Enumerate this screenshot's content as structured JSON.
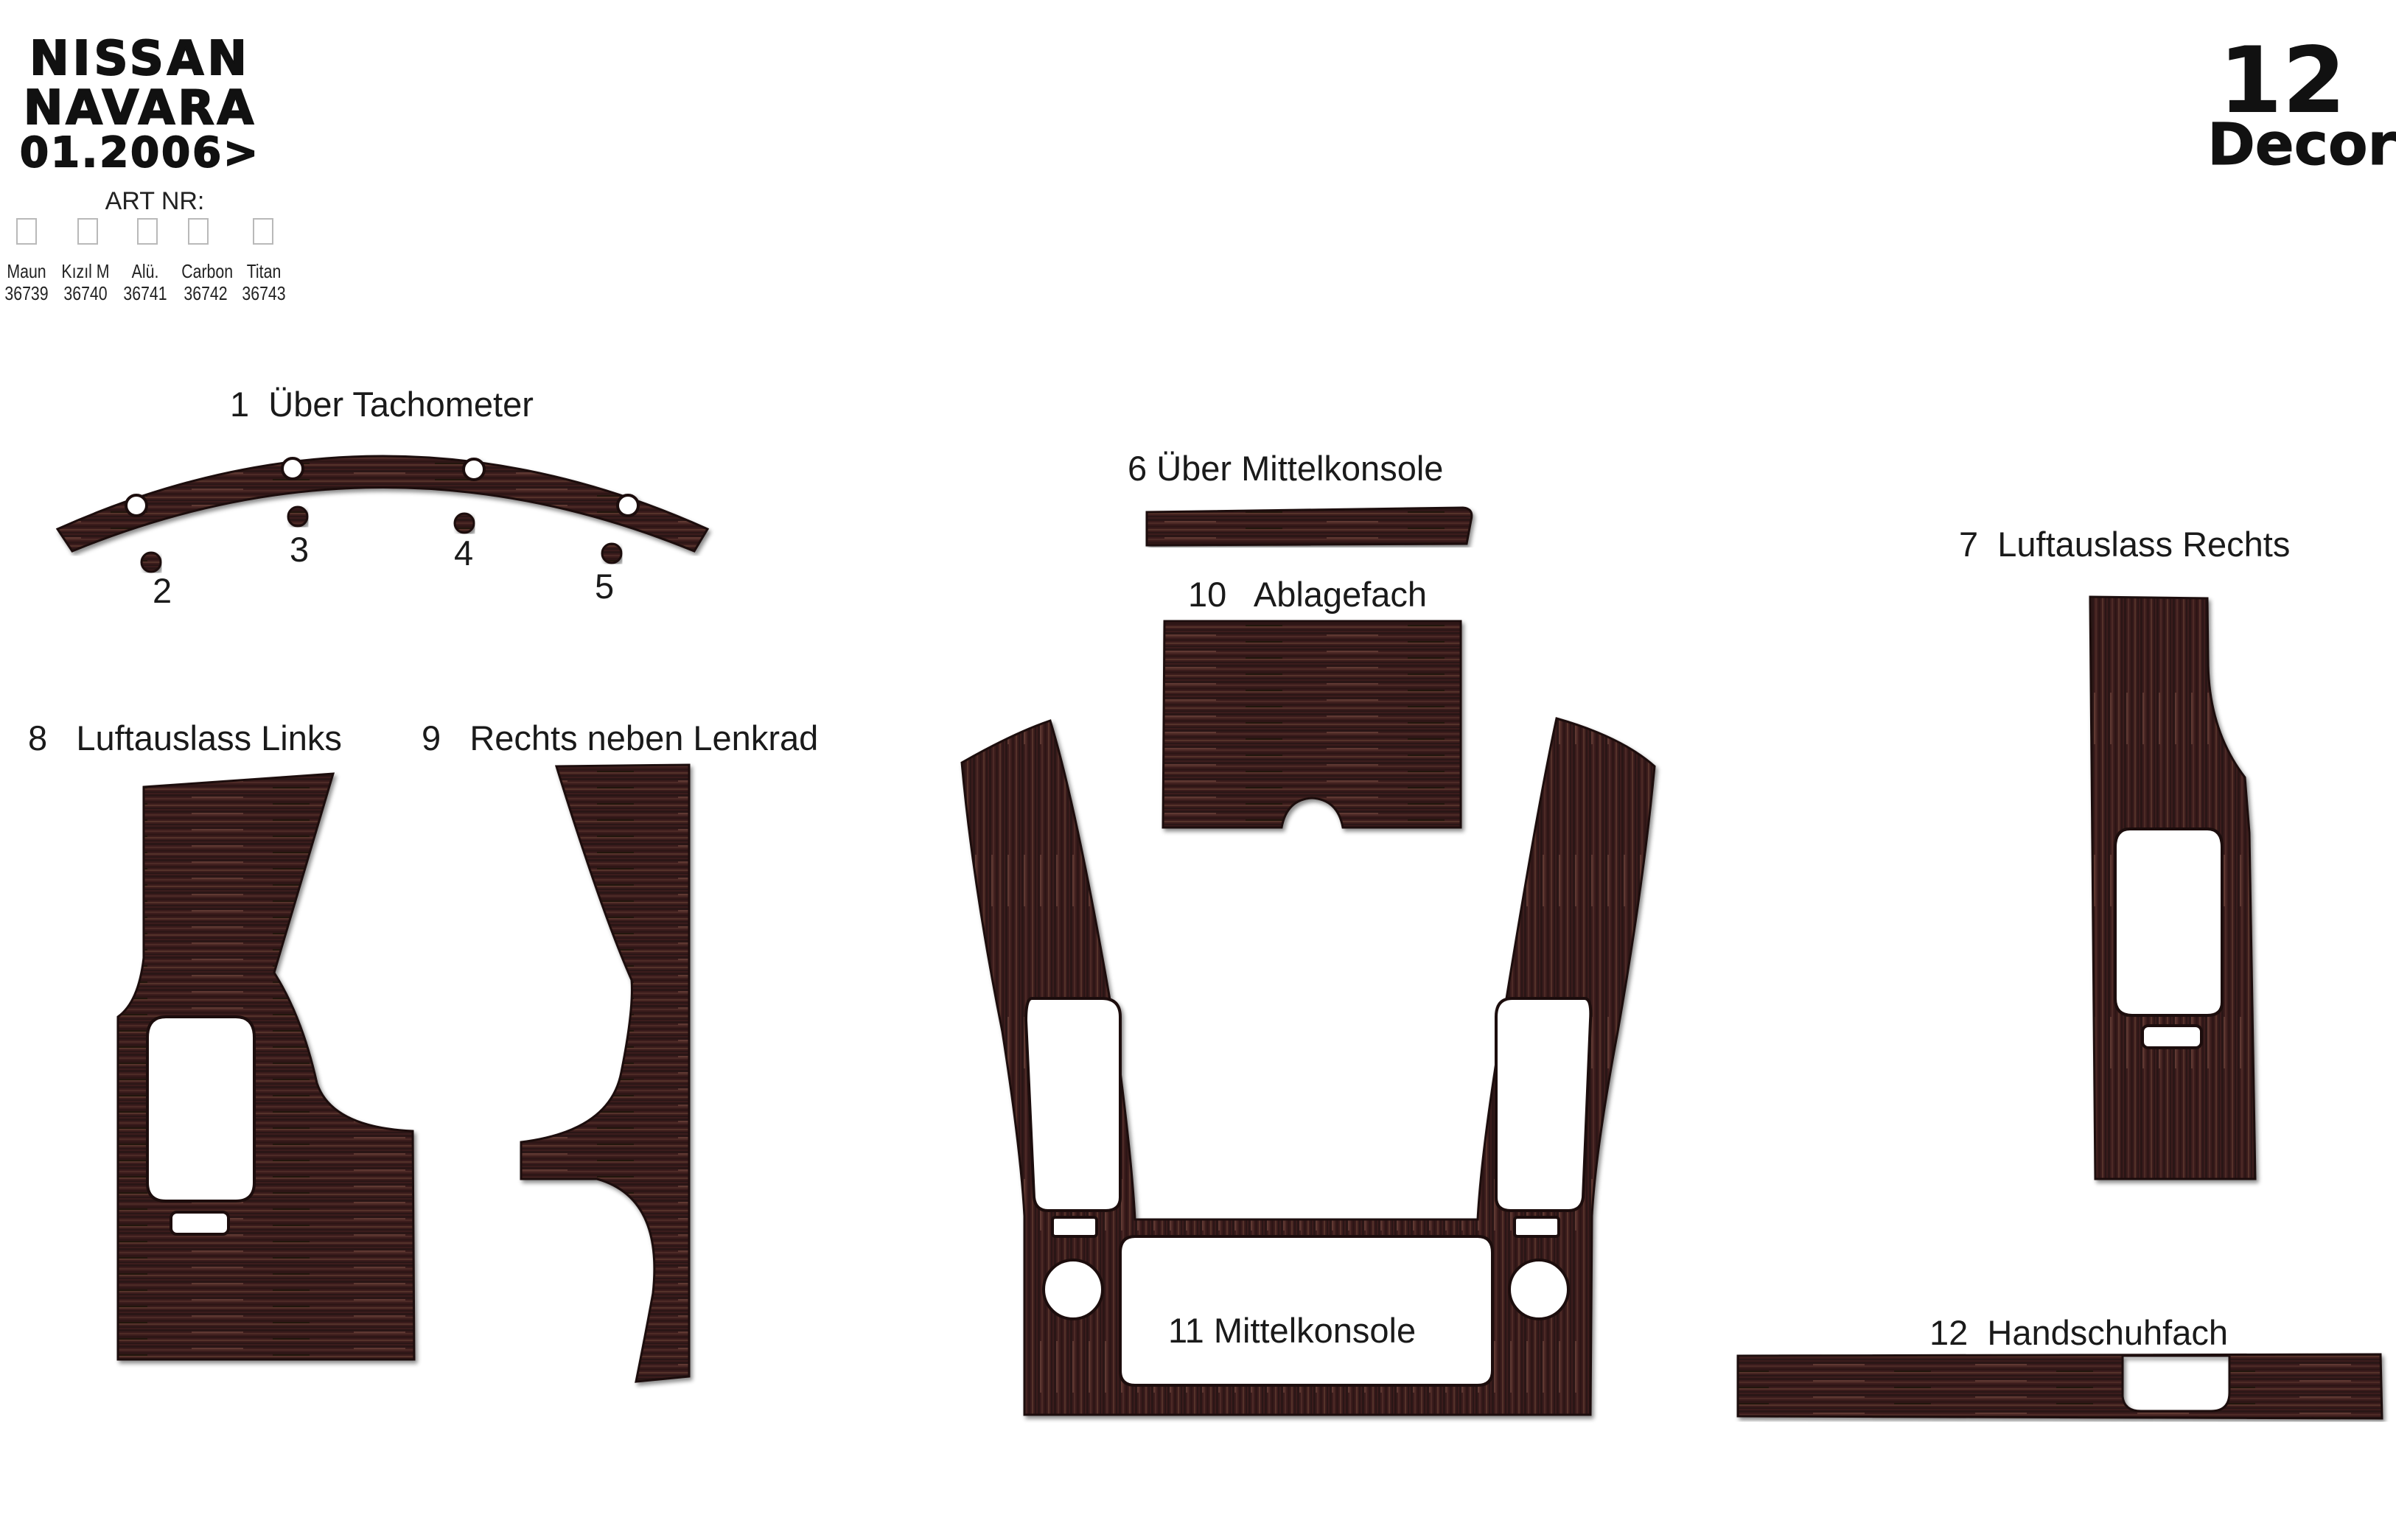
{
  "header": {
    "make": "NISSAN",
    "model": "NAVARA",
    "year": "01.2006>",
    "art_label": "ART NR:",
    "swatches": [
      {
        "name": "Maun",
        "code": "36739"
      },
      {
        "name": "Kızıl M",
        "code": "36740"
      },
      {
        "name": "Alü.",
        "code": "36741"
      },
      {
        "name": "Carbon",
        "code": "36742"
      },
      {
        "name": "Titan",
        "code": "36743"
      }
    ]
  },
  "piece_count": {
    "number": "12",
    "label": "Decor"
  },
  "parts": [
    {
      "id": "part-1",
      "label": "1  Über Tachometer"
    },
    {
      "id": "part-6",
      "label": "6 Über Mittelkonsole"
    },
    {
      "id": "part-10",
      "label": "10   Ablagefach"
    },
    {
      "id": "part-7",
      "label": "7  Luftauslass Rechts"
    },
    {
      "id": "part-8",
      "label": "8   Luftauslass Links"
    },
    {
      "id": "part-9",
      "label": "9   Rechts neben Lenkrad"
    },
    {
      "id": "part-11",
      "label": "11 Mittelkonsole"
    },
    {
      "id": "part-12",
      "label": "12  Handschuhfach"
    }
  ],
  "hole_labels": [
    "2",
    "3",
    "4",
    "5"
  ],
  "colors": {
    "wood_dark": "#2c1714",
    "wood_mid": "#4a2a25",
    "wood_light": "#5d3a33",
    "background": "#ffffff"
  }
}
